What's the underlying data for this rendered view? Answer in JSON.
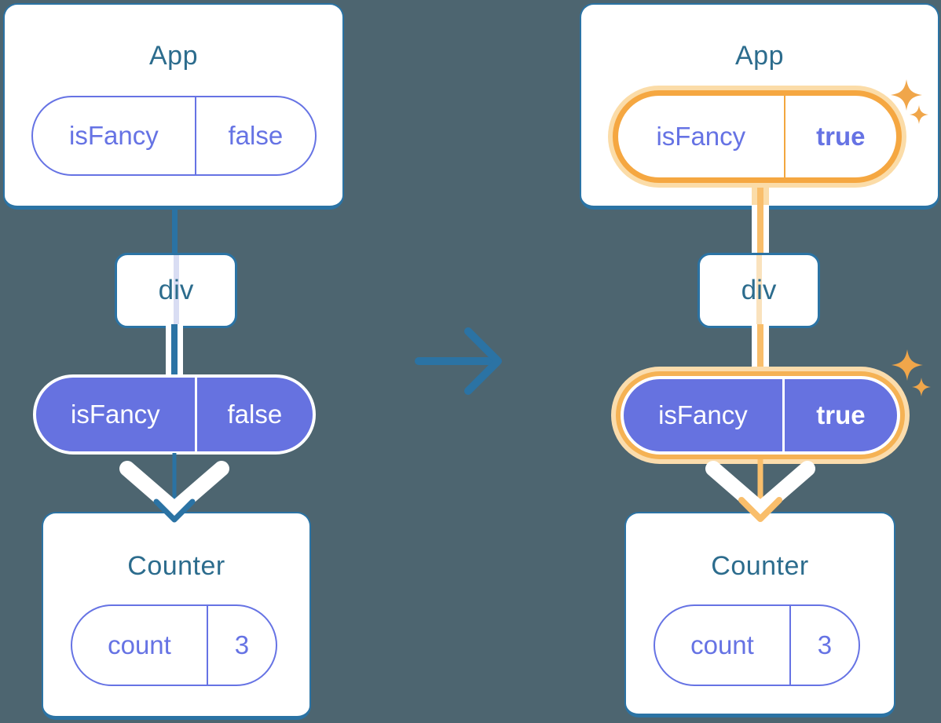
{
  "colors": {
    "background": "#4D6570",
    "card_border_blue": "#2B73A4",
    "title_text": "#2C6C8D",
    "prop_purple_text": "#6673E4",
    "prop_purple_fill": "#6672E0",
    "trace_lavender": "#D9DDF3",
    "trace_peach": "#FAE2BD",
    "highlight_ring_orange": "#F5A741",
    "highlight_glow_peach": "#FBDCA8",
    "orange_edge_line": "#F9BE6B",
    "sparkle_orange": "#F0A64A",
    "arrow_blue": "#2B73A4",
    "chevron_white": "#FFFFFF"
  },
  "transition": {
    "arrow_icon": "arrow-right-icon"
  },
  "before": {
    "app": {
      "title": "App",
      "prop_name": "isFancy",
      "prop_value": "false"
    },
    "div_label": "div",
    "passed_prop": {
      "name": "isFancy",
      "value": "false"
    },
    "counter": {
      "title": "Counter",
      "state_name": "count",
      "state_value": "3"
    }
  },
  "after": {
    "app": {
      "title": "App",
      "prop_name": "isFancy",
      "prop_value": "true"
    },
    "div_label": "div",
    "passed_prop": {
      "name": "isFancy",
      "value": "true"
    },
    "counter": {
      "title": "Counter",
      "state_name": "count",
      "state_value": "3"
    }
  }
}
